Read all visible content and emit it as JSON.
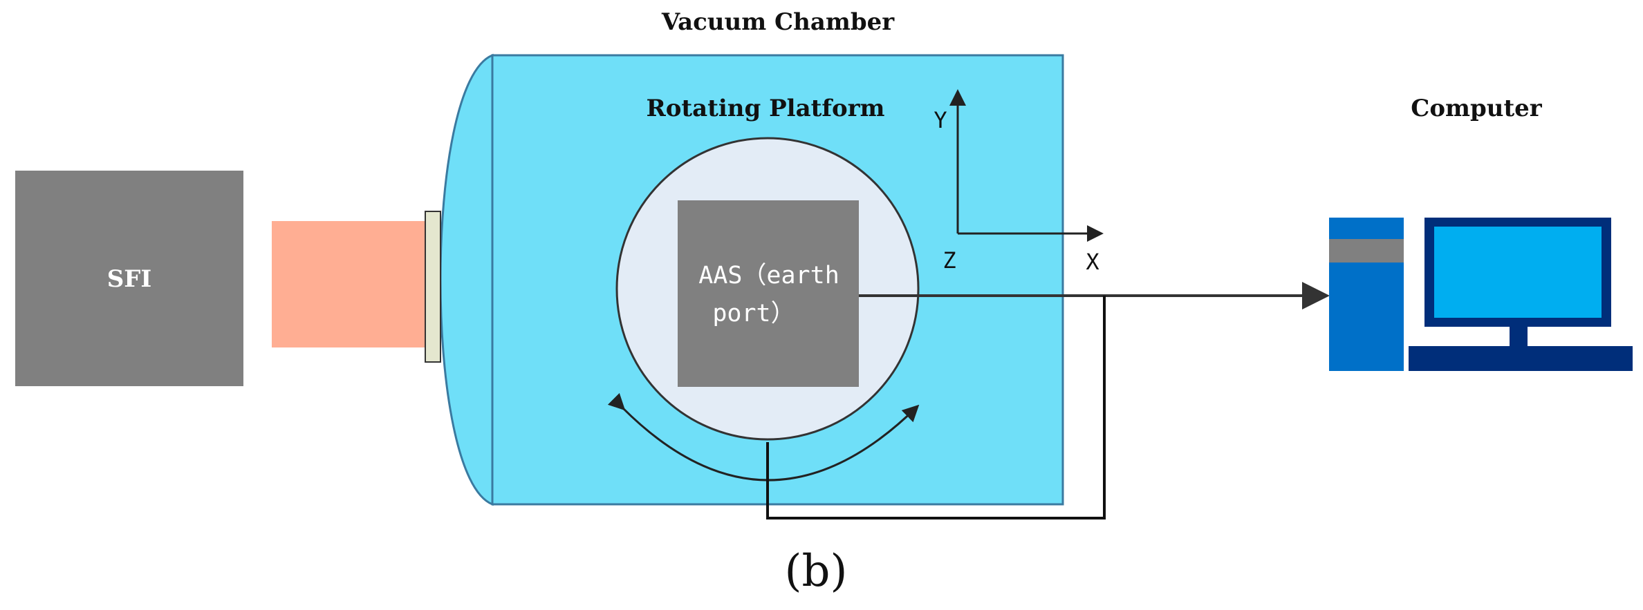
{
  "labels": {
    "vacuum_chamber": "Vacuum Chamber",
    "rotating_platform": "Rotating Platform",
    "computer": "Computer",
    "sfi": "SFI",
    "aas_line1": "AAS（earth",
    "aas_line2": "port）",
    "axis_y": "Y",
    "axis_z": "Z",
    "axis_x": "X",
    "caption": "(b)"
  },
  "colors": {
    "chamber": "#6fdff8",
    "platform": "#e3ecf6",
    "device": "#808080",
    "beam": "#ffae93",
    "window": "#e4e7cf",
    "computer_blue": "#0070c8",
    "monitor_frame": "#002e7a",
    "monitor_screen": "#00aef0",
    "line": "#333333"
  }
}
